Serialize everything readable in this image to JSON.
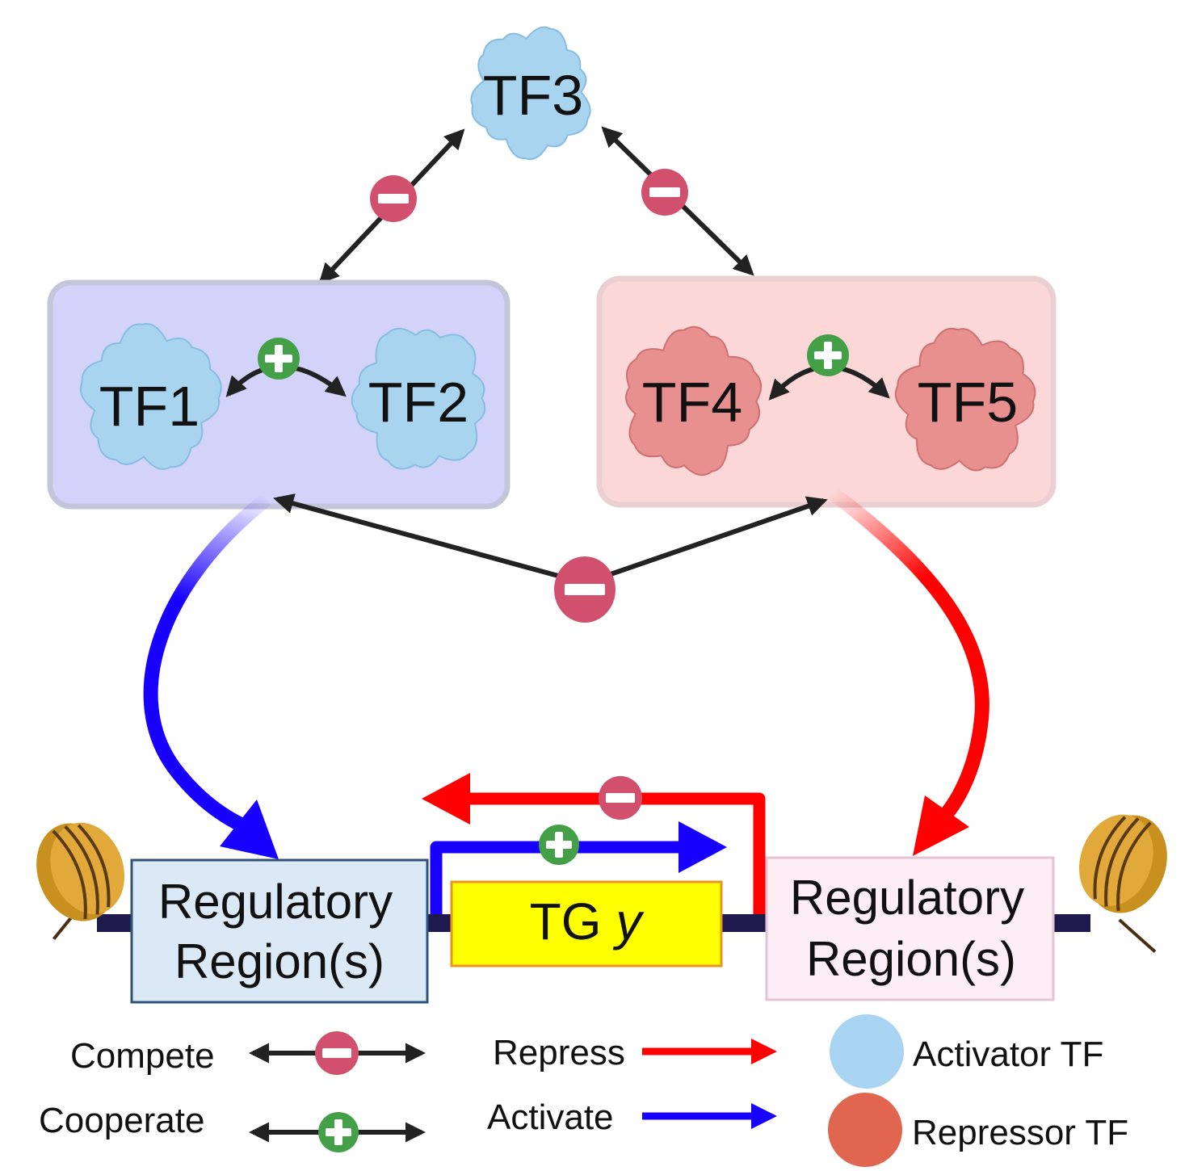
{
  "transcription_factors": {
    "tf1": "TF1",
    "tf2": "TF2",
    "tf3": "TF3",
    "tf4": "TF4",
    "tf5": "TF5"
  },
  "left_region": {
    "line1": "Regulatory",
    "line2": "Region(s)"
  },
  "right_region": {
    "line1": "Regulatory",
    "line2": "Region(s)"
  },
  "target_gene": {
    "prefix": "TG",
    "variable": "y"
  },
  "legend": {
    "compete": "Compete",
    "cooperate": "Cooperate",
    "repress": "Repress",
    "activate": "Activate",
    "activator": "Activator TF",
    "repressor": "Repressor TF"
  },
  "colors": {
    "activator_tf": "#a8d4f0",
    "repressor_tf": "#e88f8f",
    "legend_activator": "#a8d4f2",
    "legend_repressor": "#e06650",
    "activator_group_bg": "#d2d2fa",
    "repressor_group_bg": "#fcd7d7",
    "activate_arrow": "#1800ff",
    "repress_arrow": "#ff0000",
    "compete_badge": "#d0506e",
    "cooperate_badge": "#43a047",
    "target_gene_fill": "#ffff00",
    "target_gene_border": "#e8951c",
    "dna": "#1f1a4e",
    "nucleosome": "#d49a20"
  },
  "icons": {
    "compete": "minus-badge-icon",
    "cooperate": "plus-badge-icon",
    "nucleosome": "nucleosome-icon",
    "tf": "protein-blob-icon"
  }
}
